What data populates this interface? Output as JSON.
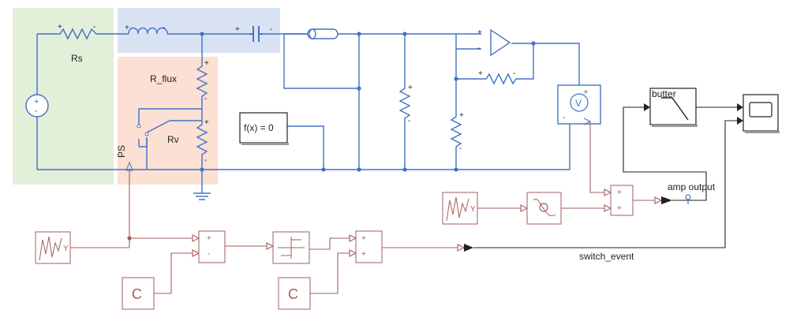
{
  "labels": {
    "rs": "Rs",
    "r_flux": "R_flux",
    "rv": "Rv",
    "ps": "PS",
    "fx": "f(x) = 0",
    "butter": "butter",
    "amp_output": "amp output",
    "switch_event": "switch_event",
    "const1": "C",
    "const2": "C",
    "voltmeter": "V",
    "scope_y1": "Y",
    "scope_y2": "Y"
  },
  "colors": {
    "circuit": "#4472c4",
    "signal": "#a65c5c",
    "wire": "#222222",
    "source_region": "#e2efd9",
    "series_region": "#dae3f3",
    "flux_region": "#fbe0d3"
  },
  "icons": {
    "resistor": "zigzag-resistor-icon",
    "inductor": "coil-inductor-icon",
    "capacitor": "capacitor-icon",
    "voltage_source": "voltage-source-icon",
    "ground": "ground-icon",
    "switch": "switch-icon",
    "opamp": "opamp-icon",
    "voltmeter": "voltmeter-icon",
    "scope": "scope-icon",
    "filter": "lowpass-filter-icon",
    "signal_builder": "signal-builder-icon",
    "probe": "probe-icon"
  }
}
